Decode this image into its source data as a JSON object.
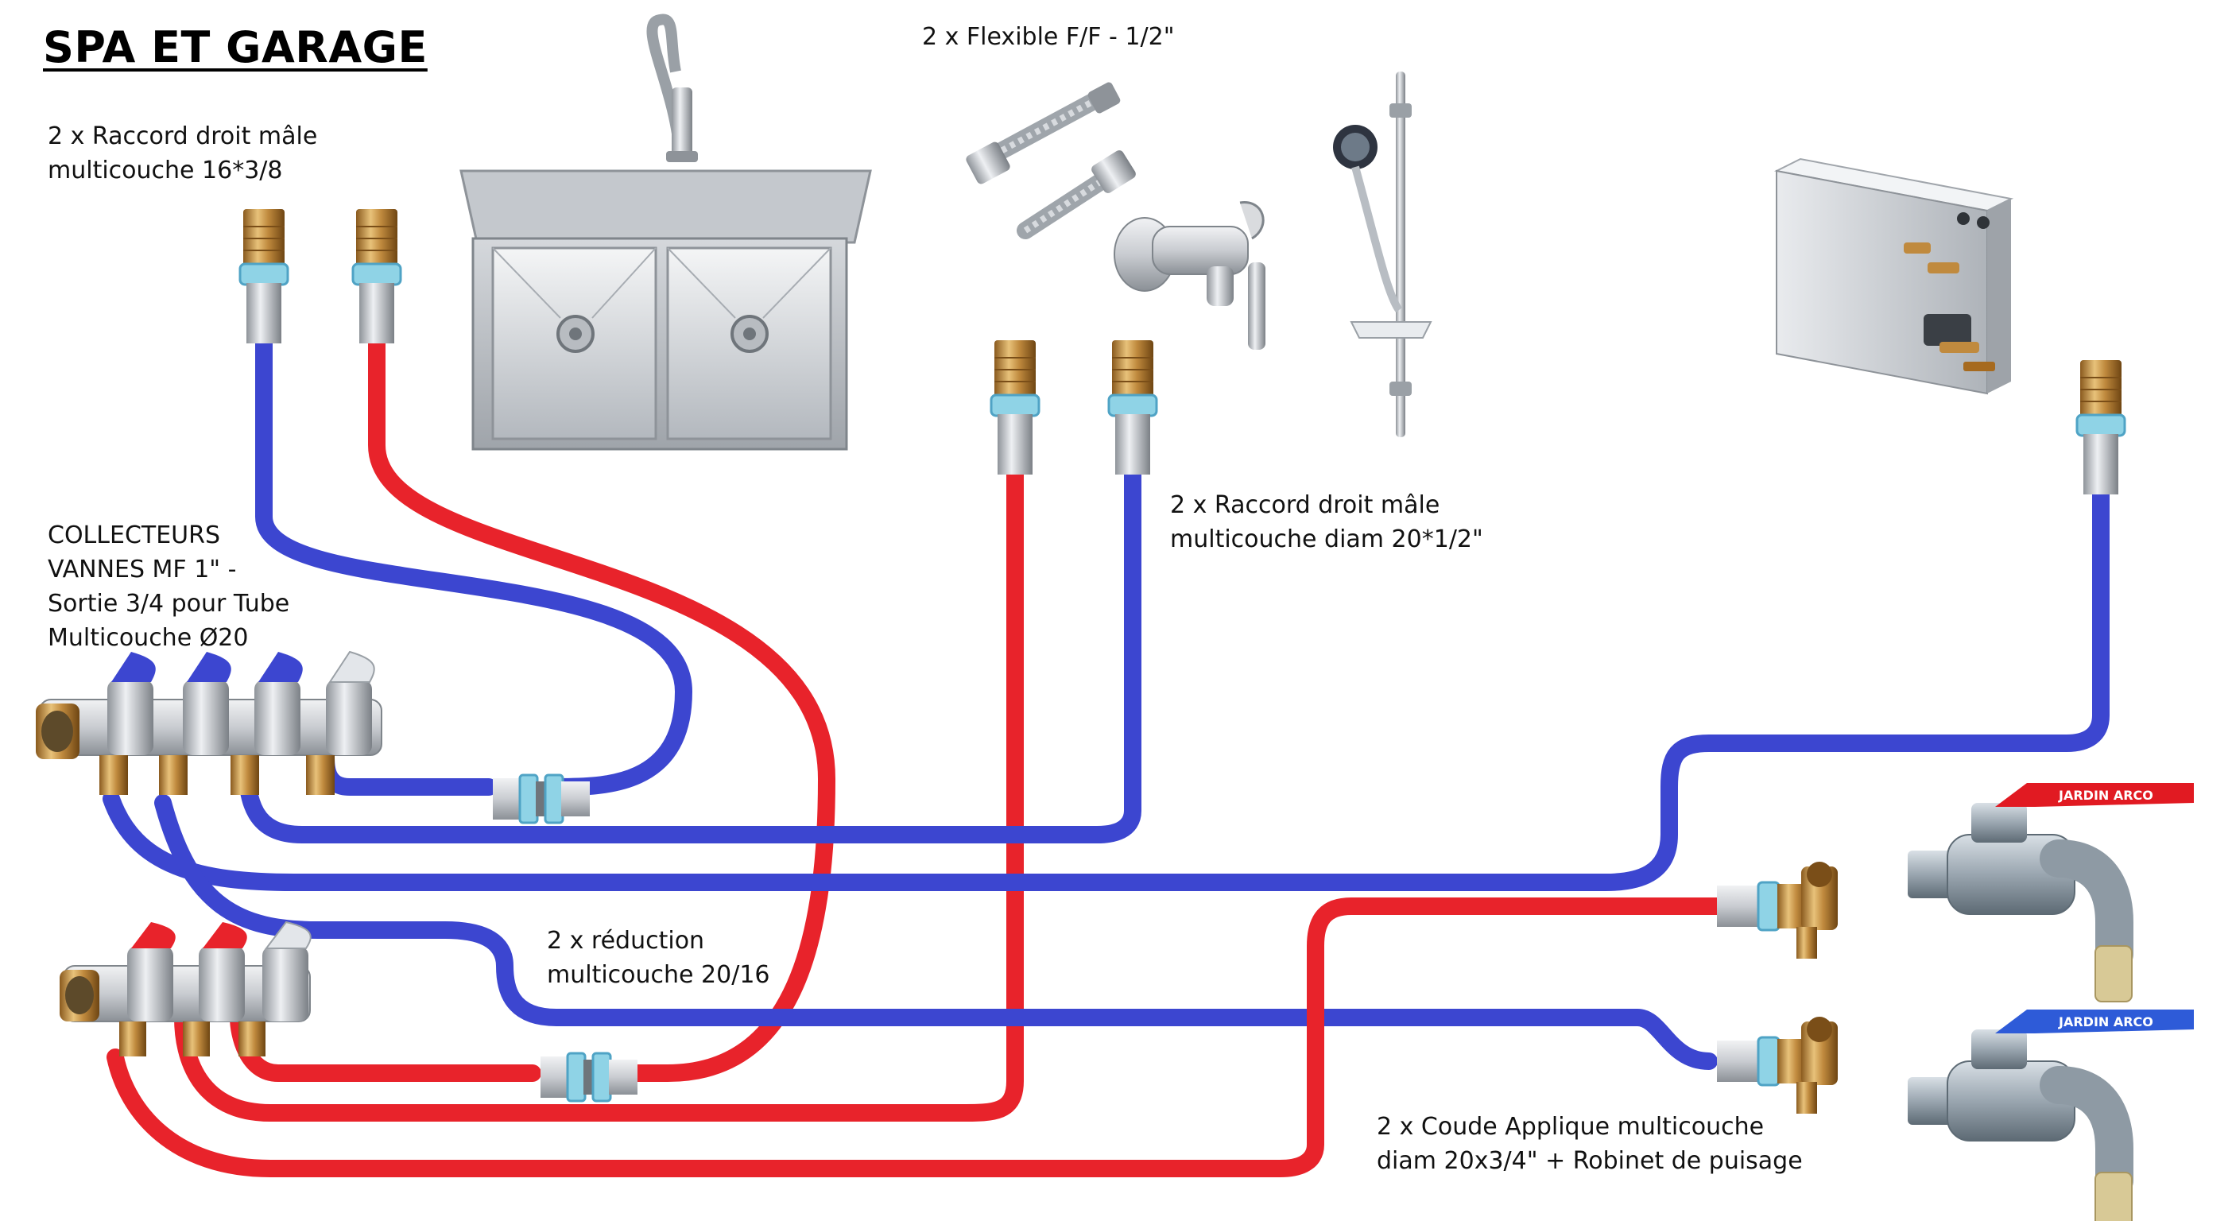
{
  "title": "SPA ET GARAGE",
  "labels": {
    "raccord_16": [
      "2 x Raccord droit mâle",
      "multicouche 16*3/8"
    ],
    "flexible": [
      "2 x Flexible F/F - 1/2\""
    ],
    "raccord_20": [
      "2 x Raccord droit mâle",
      "multicouche diam 20*1/2\""
    ],
    "collecteurs": [
      "COLLECTEURS",
      "VANNES MF 1\" -",
      "Sortie 3/4 pour Tube",
      "Multicouche Ø20"
    ],
    "reduction": [
      "2 x réduction",
      "multicouche 20/16"
    ],
    "coude": [
      "2 x Coude Applique multicouche",
      "diam 20x3/4\" + Robinet de puisage"
    ]
  },
  "tap_handle_text": "JARDIN ARCO",
  "colors": {
    "hot": "#e8232b",
    "cold": "#3c46d0",
    "brass": "#c08a3e",
    "steel": "#c9ccd1",
    "cap": "#eef0f3"
  },
  "icons": [
    "sink-icon",
    "faucet-icon",
    "flexible-hose-icon",
    "shower-mixer-icon",
    "shower-set-icon",
    "steam-generator-icon",
    "manifold-icon",
    "male-fitting-icon",
    "reduction-fitting-icon",
    "elbow-fitting-icon",
    "garden-tap-icon"
  ]
}
